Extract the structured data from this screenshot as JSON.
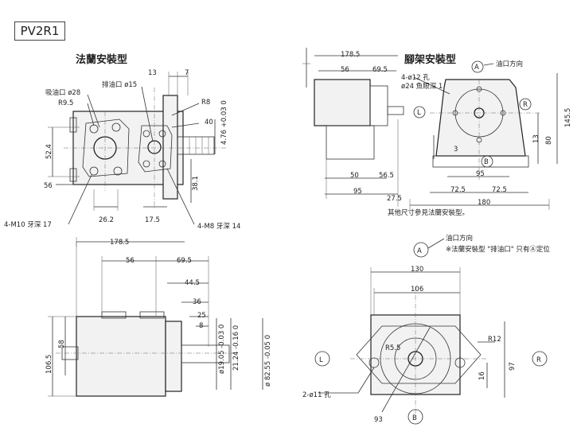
{
  "model": "PV2R1",
  "flange_view": {
    "title": "法蘭安裝型",
    "labels": {
      "suction_port": "吸油口 ø28",
      "discharge_port": "排油口 ø15",
      "r95": "R9.5",
      "d13": "13",
      "d7": "7",
      "r8": "R8",
      "d40": "40",
      "key_tol": "4.76 +0.03 0",
      "d524": "52.4",
      "d56": "56",
      "d381": "38.1",
      "d262": "26.2",
      "d175": "17.5",
      "m10": "4-M10 牙深 17",
      "m8": "4-M8 牙深 14",
      "d1785": "178.5"
    }
  },
  "foot_view": {
    "title": "腳架安裝型",
    "labels": {
      "d1785": "178.5",
      "d56": "56",
      "d695": "69.5",
      "holes": "4-ø12 孔",
      "counterbore": "ø24 魚眼深 1",
      "oil_direction": "油口方向",
      "a": "A",
      "l": "L",
      "r": "R",
      "b": "B",
      "d1455": "145.5",
      "d80": "80",
      "d13": "13",
      "d3": "3",
      "d50": "50",
      "d565": "56.5",
      "d95a": "95",
      "d275": "27.5",
      "d95b": "95",
      "d725a": "72.5",
      "d725b": "72.5",
      "d180": "180",
      "note": "其他尺寸參見法蘭安裝型。"
    }
  },
  "side_view": {
    "labels": {
      "d56": "56",
      "d695": "69.5",
      "d445": "44.5",
      "d36": "36",
      "d25": "25",
      "d8": "8",
      "shaft": "ø19.05 -0.03 0",
      "key": "21.24 -0.16 0",
      "pilot": "ø 82.55 -0.05 0",
      "d58": "58",
      "d1065": "106.5"
    }
  },
  "front_view": {
    "labels": {
      "a": "A",
      "oil_direction": "油口方向",
      "note": "※法蘭安裝型 \"排油口\" 只有Ⓐ定位",
      "d130": "130",
      "d106": "106",
      "r12": "R12",
      "r55": "R5.5",
      "d97": "97",
      "d16": "16",
      "l": "L",
      "r": "R",
      "b": "B",
      "holes": "2-ø11 孔",
      "d93": "93"
    }
  }
}
